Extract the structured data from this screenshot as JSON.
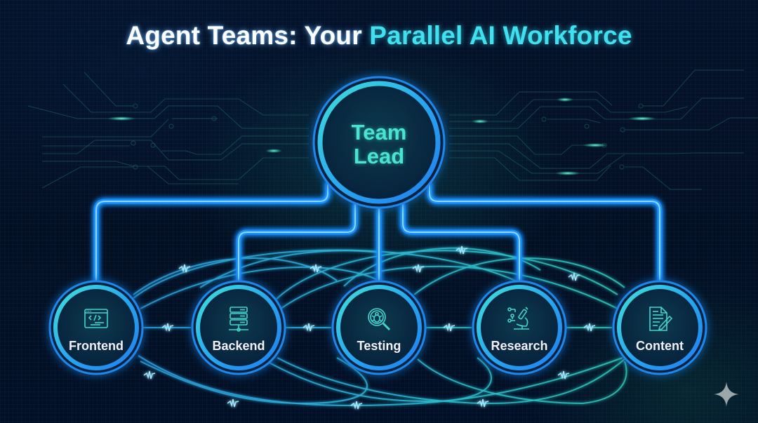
{
  "title": {
    "part1": "Agent Teams: Your ",
    "part2": "Parallel AI Workforce"
  },
  "lead": {
    "line1": "Team",
    "line2": "Lead",
    "icon": "none"
  },
  "nodes": [
    {
      "label": "Frontend",
      "icon": "code-window-icon"
    },
    {
      "label": "Backend",
      "icon": "server-stack-icon"
    },
    {
      "label": "Testing",
      "icon": "bug-magnifier-icon"
    },
    {
      "label": "Research",
      "icon": "microscope-icon"
    },
    {
      "label": "Content",
      "icon": "document-pen-icon"
    }
  ],
  "colors": {
    "background": "#030d1f",
    "connector_blue": "#2aa8ff",
    "mesh_blue": "#2a9ee0",
    "mesh_teal": "#2fd3b4",
    "title_white": "#ffffff",
    "title_cyan": "#3fe0ef",
    "lead_text": "#49e3cf",
    "node_label": "#eef4ff"
  },
  "watermark": {
    "icon": "sparkle-icon"
  }
}
